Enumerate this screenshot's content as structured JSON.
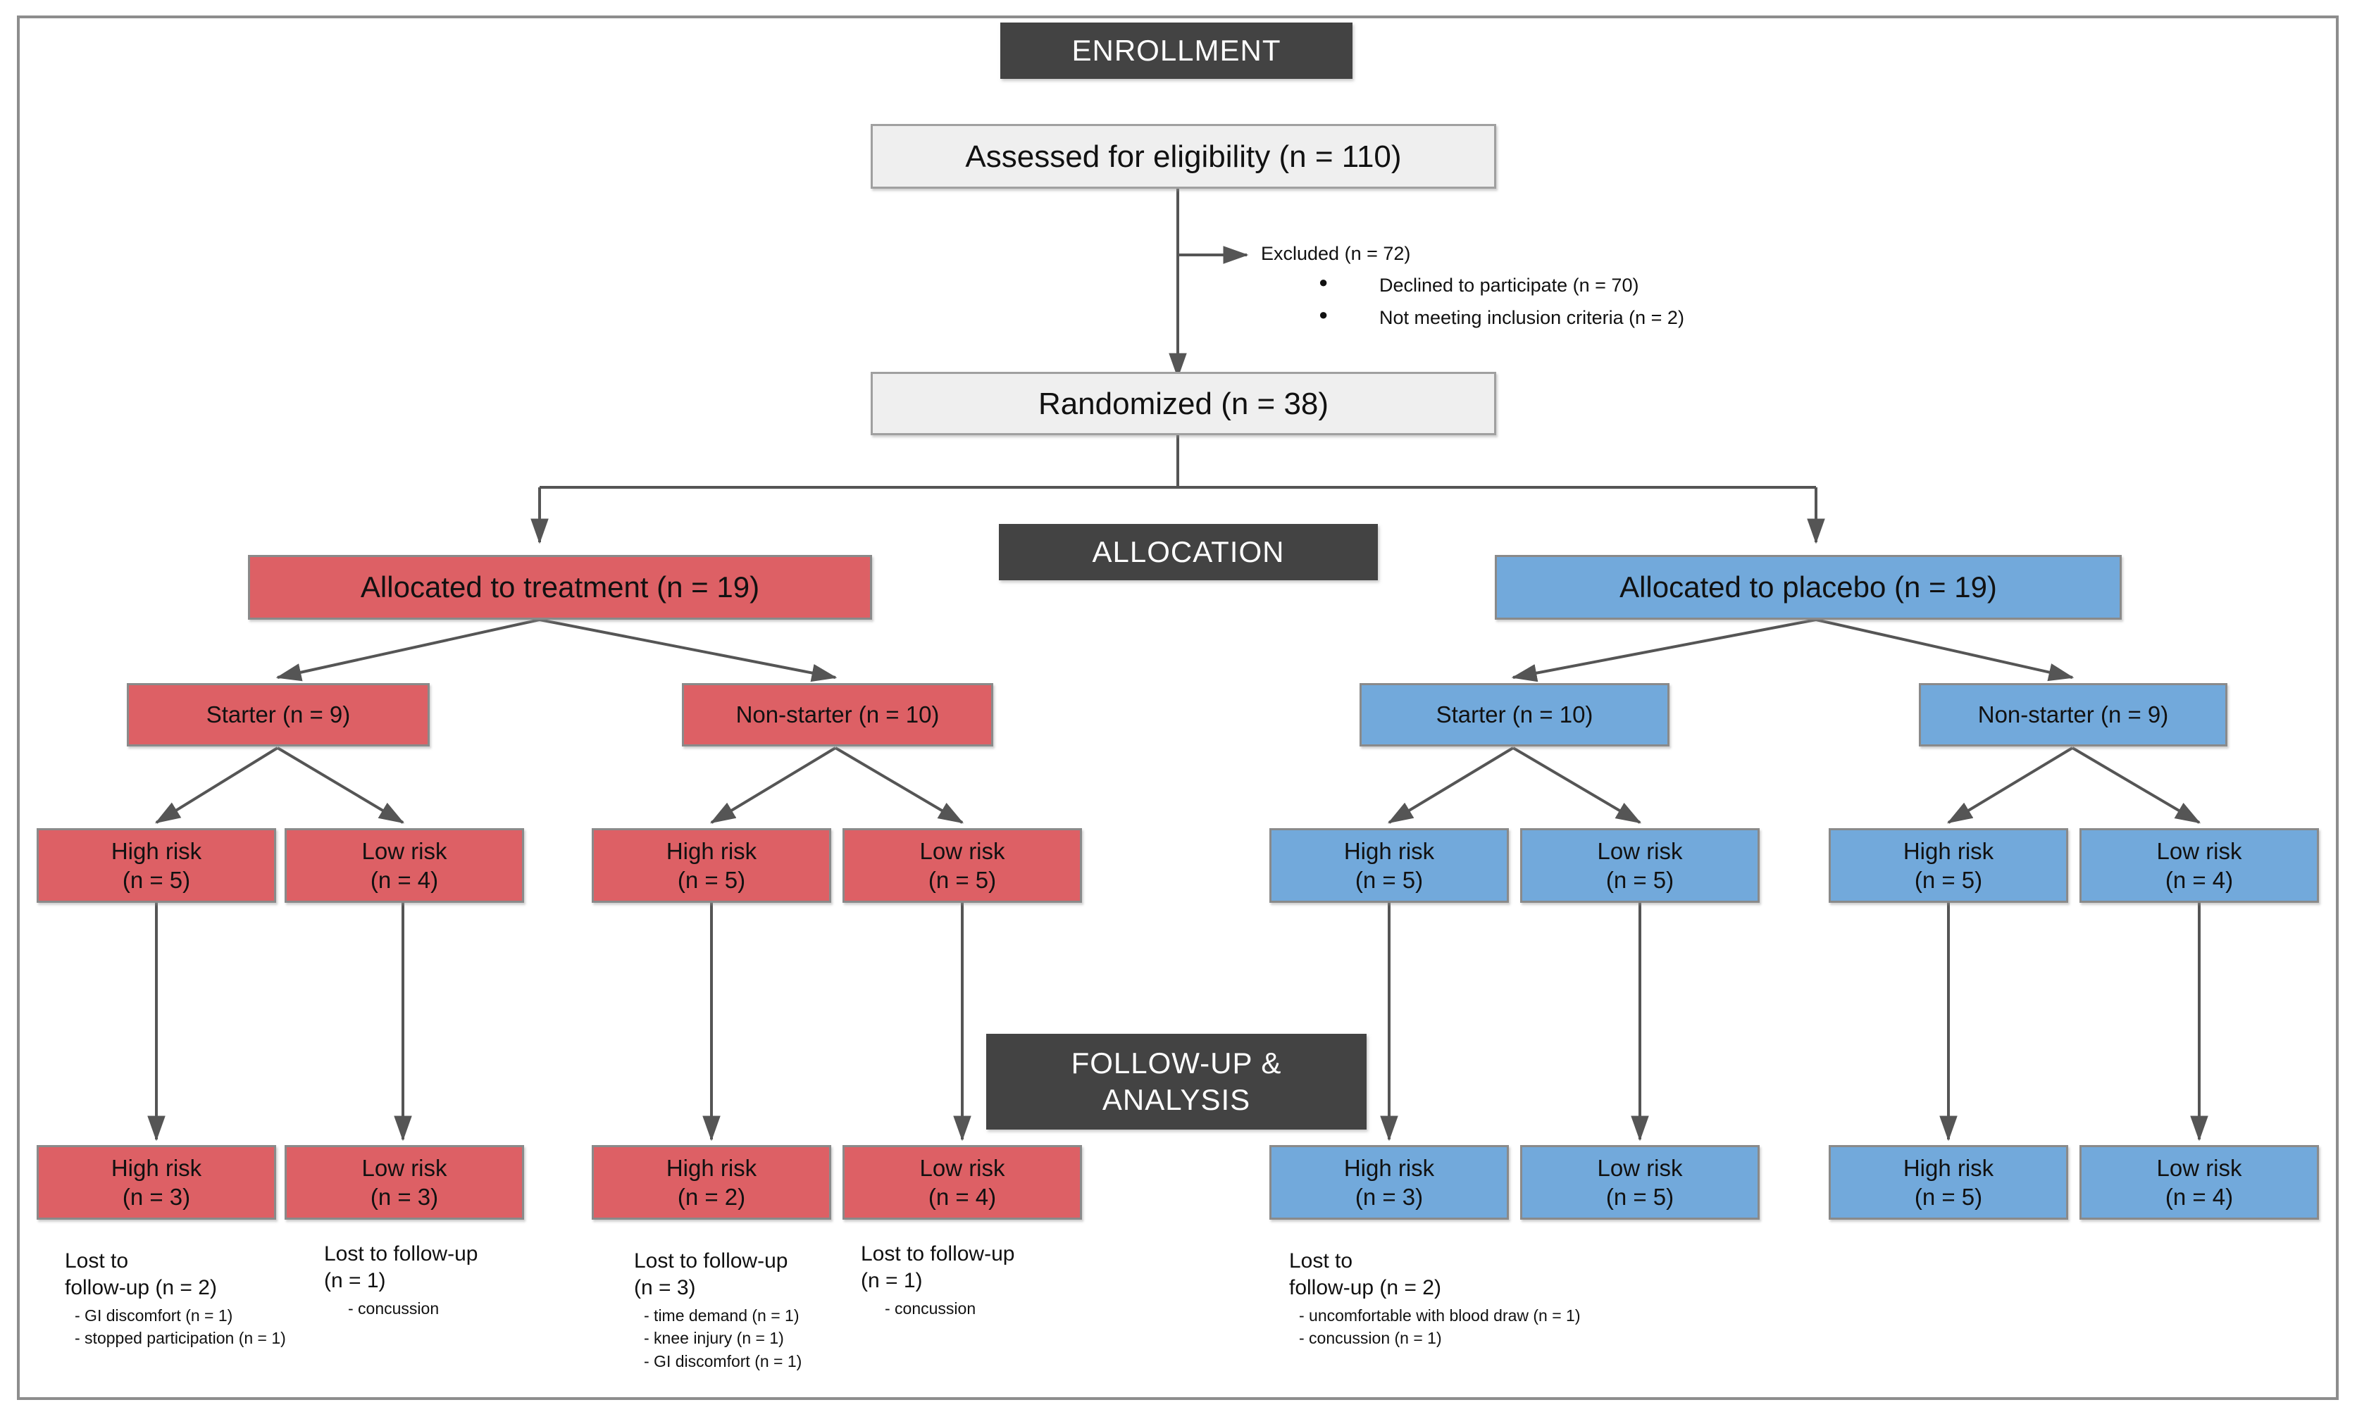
{
  "diagram": {
    "title": "CONSORT participant flow diagram",
    "colors": {
      "treatment": "#dd6065",
      "placebo": "#72a9db",
      "stage_banner": "#434343",
      "neutral_box": "#efefef",
      "connector": "#555555",
      "frame_border": "#8d8d8d"
    },
    "stages": {
      "enrollment": "ENROLLMENT",
      "allocation": "ALLOCATION",
      "followup_analysis_line1": "FOLLOW-UP &",
      "followup_analysis_line2": "ANALYSIS"
    },
    "enrollment": {
      "assessed": "Assessed for eligibility (n = 110)",
      "randomized": "Randomized (n = 38)",
      "excluded_header": "Excluded (n = 72)",
      "excluded_reasons": [
        "Declined to participate (n = 70)",
        "Not meeting inclusion criteria (n = 2)"
      ]
    },
    "allocation": {
      "treatment": "Allocated to treatment (n = 19)",
      "placebo": "Allocated to placebo (n = 19)"
    },
    "substrata": {
      "treatment_starter": "Starter (n = 9)",
      "treatment_nonstarter": "Non-starter (n = 10)",
      "placebo_starter": "Starter (n = 10)",
      "placebo_nonstarter": "Non-starter (n = 9)"
    },
    "risk_allocated": [
      {
        "label": "High risk",
        "count": "(n = 5)",
        "arm": "treatment",
        "group": "starter"
      },
      {
        "label": "Low risk",
        "count": "(n = 4)",
        "arm": "treatment",
        "group": "starter"
      },
      {
        "label": "High risk",
        "count": "(n = 5)",
        "arm": "treatment",
        "group": "non-starter"
      },
      {
        "label": "Low risk",
        "count": "(n = 5)",
        "arm": "treatment",
        "group": "non-starter"
      },
      {
        "label": "High risk",
        "count": "(n = 5)",
        "arm": "placebo",
        "group": "starter"
      },
      {
        "label": "Low risk",
        "count": "(n = 5)",
        "arm": "placebo",
        "group": "starter"
      },
      {
        "label": "High risk",
        "count": "(n = 5)",
        "arm": "placebo",
        "group": "non-starter"
      },
      {
        "label": "Low risk",
        "count": "(n = 4)",
        "arm": "placebo",
        "group": "non-starter"
      }
    ],
    "risk_analyzed": [
      {
        "label": "High risk",
        "count": "(n = 3)",
        "arm": "treatment",
        "group": "starter"
      },
      {
        "label": "Low risk",
        "count": "(n = 3)",
        "arm": "treatment",
        "group": "starter"
      },
      {
        "label": "High risk",
        "count": "(n = 2)",
        "arm": "treatment",
        "group": "non-starter"
      },
      {
        "label": "Low risk",
        "count": "(n = 4)",
        "arm": "treatment",
        "group": "non-starter"
      },
      {
        "label": "High risk",
        "count": "(n = 3)",
        "arm": "placebo",
        "group": "starter"
      },
      {
        "label": "Low risk",
        "count": "(n = 5)",
        "arm": "placebo",
        "group": "starter"
      },
      {
        "label": "High risk",
        "count": "(n = 5)",
        "arm": "placebo",
        "group": "non-starter"
      },
      {
        "label": "Low risk",
        "count": "(n = 4)",
        "arm": "placebo",
        "group": "non-starter"
      }
    ],
    "footnotes": [
      {
        "title": "Lost to\nfollow-up (n = 2)",
        "items": [
          "- GI discomfort (n = 1)",
          "- stopped participation (n = 1)"
        ]
      },
      {
        "title": "Lost to follow-up\n(n = 1)",
        "items": [
          "- concussion"
        ]
      },
      {
        "title": "Lost to follow-up\n(n = 3)",
        "items": [
          "- time demand (n = 1)",
          "- knee injury (n = 1)",
          "- GI discomfort (n = 1)"
        ]
      },
      {
        "title": "Lost to follow-up\n(n = 1)",
        "items": [
          "- concussion"
        ]
      },
      {
        "title": "Lost to\nfollow-up (n = 2)",
        "items": [
          "- uncomfortable with blood draw (n = 1)",
          "- concussion (n = 1)"
        ]
      }
    ]
  }
}
